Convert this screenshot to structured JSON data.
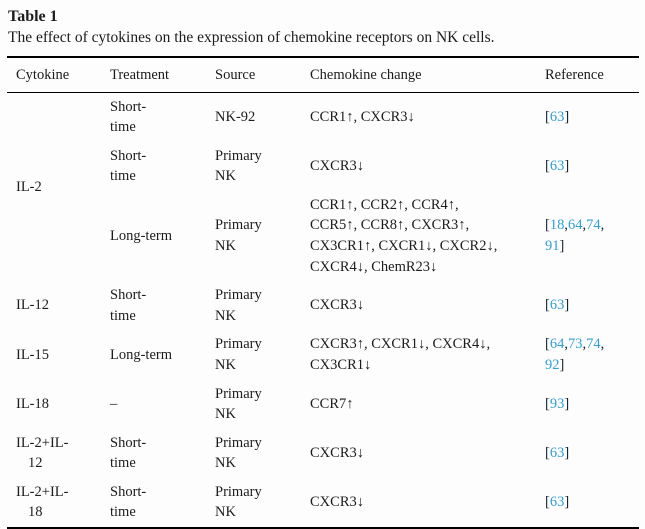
{
  "page": {
    "background": "#fdfdfd",
    "text_color": "#1c1c1c",
    "link_color": "#2f9fd8"
  },
  "caption": {
    "label": "Table 1",
    "description": "The effect of cytokines on the expression of chemokine receptors on NK cells."
  },
  "table": {
    "headers": [
      "Cytokine",
      "Treatment",
      "Source",
      "Chemokine change",
      "Reference"
    ],
    "rows": [
      {
        "cytokine": "IL-2",
        "treatment": "Short-\ntime",
        "source": "NK-92",
        "change": "CCR1↑, CXCR3↓",
        "refs": [
          "63"
        ]
      },
      {
        "treatment": "Short-\ntime",
        "source": "Primary\nNK",
        "change": "CXCR3↓",
        "refs": [
          "63"
        ]
      },
      {
        "treatment": "Long-term",
        "source": "Primary\nNK",
        "change": "CCR1↑, CCR2↑, CCR4↑,\nCCR5↑, CCR8↑, CXCR3↑,\nCX3CR1↑, CXCR1↓, CXCR2↓,\nCXCR4↓, ChemR23↓",
        "refs": [
          "18",
          "64",
          "74",
          "91"
        ]
      },
      {
        "cytokine": "IL-12",
        "treatment": "Short-\ntime",
        "source": "Primary\nNK",
        "change": "CXCR3↓",
        "refs": [
          "63"
        ]
      },
      {
        "cytokine": "IL-15",
        "treatment": "Long-term",
        "source": "Primary\nNK",
        "change": "CXCR3↑, CXCR1↓, CXCR4↓,\nCX3CR1↓",
        "refs": [
          "64",
          "73",
          "74",
          "92"
        ]
      },
      {
        "cytokine": "IL-18",
        "treatment": "–",
        "source": "Primary\nNK",
        "change": "CCR7↑",
        "refs": [
          "93"
        ]
      },
      {
        "cytokine": "IL-2+IL-\n12",
        "treatment": "Short-\ntime",
        "source": "Primary\nNK",
        "change": "CXCR3↓",
        "refs": [
          "63"
        ]
      },
      {
        "cytokine": "IL-2+IL-\n18",
        "treatment": "Short-\ntime",
        "source": "Primary\nNK",
        "change": "CXCR3↓",
        "refs": [
          "63"
        ]
      }
    ]
  }
}
